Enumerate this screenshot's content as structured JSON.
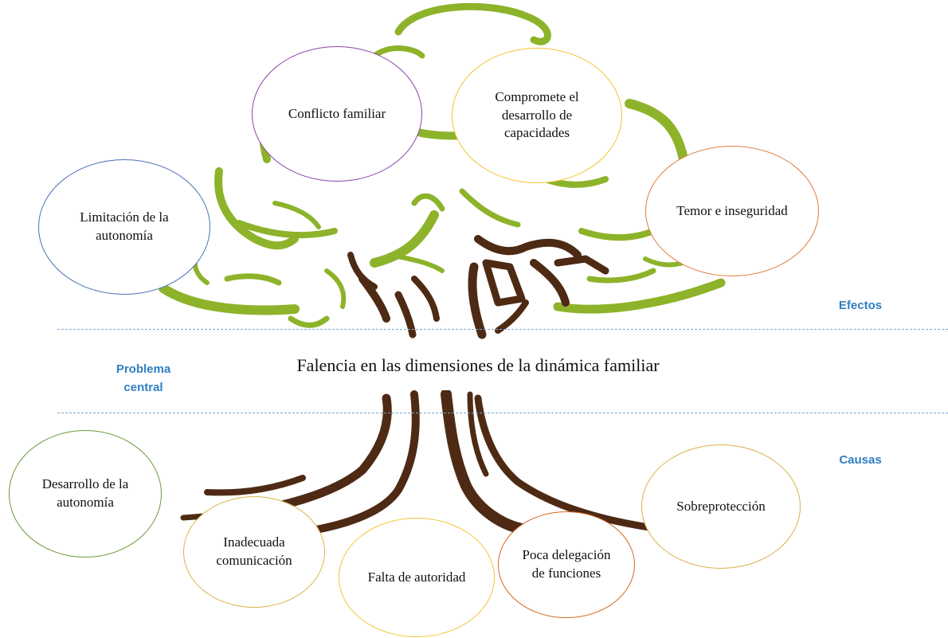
{
  "sections": {
    "effects_label": "Efectos",
    "central_label": "Problema central",
    "causes_label": "Causas"
  },
  "central_problem": "Falencia en las dimensiones de la dinámica familiar",
  "effects": [
    {
      "text": "Conflicto familiar",
      "border": "#8e44ad"
    },
    {
      "text": "Compromete el desarrollo de capacidades",
      "border": "#f4c430"
    },
    {
      "text": "Limitación de la autonomía",
      "border": "#4a6fb3"
    },
    {
      "text": "Temor e inseguridad",
      "border": "#e07b39"
    }
  ],
  "causes": [
    {
      "text": "Desarrollo de la autonomía",
      "border": "#6a9a3a"
    },
    {
      "text": "Inadecuada comunicación",
      "border": "#d9b44a"
    },
    {
      "text": "Falta de autoridad",
      "border": "#f4c430"
    },
    {
      "text": "Poca delegación de funciones",
      "border": "#d2691e"
    },
    {
      "text": "Sobreprotección",
      "border": "#d9b44a"
    }
  ],
  "colors": {
    "foliage": "#8db32a",
    "trunk": "#4e2a14",
    "section_label": "#2f7fc1",
    "divider": "#7aa7cf"
  }
}
